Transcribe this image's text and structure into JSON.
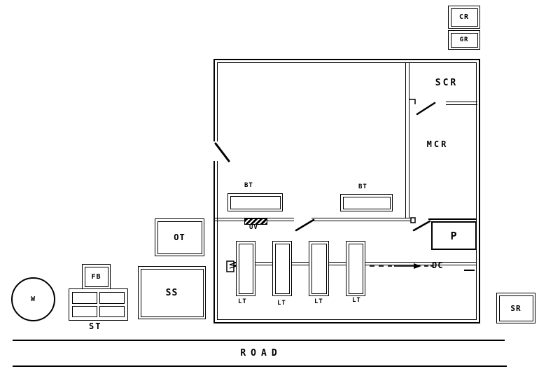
{
  "labels": {
    "cr": "CR",
    "gr": "GR",
    "scr": "SCR",
    "mcr": "MCR",
    "bt_left": "BT",
    "bt_right": "BT",
    "uv": "UV",
    "p": "P",
    "dc": "DC",
    "lt_1": "LT",
    "lt_2": "LT",
    "lt_3": "LT",
    "lt_4": "LT",
    "ot": "OT",
    "ss": "SS",
    "fb": "FB",
    "st": "ST",
    "w": "W",
    "sr": "SR",
    "road": "ROAD"
  },
  "colors": {
    "ink": "#000000",
    "paper": "#ffffff"
  }
}
